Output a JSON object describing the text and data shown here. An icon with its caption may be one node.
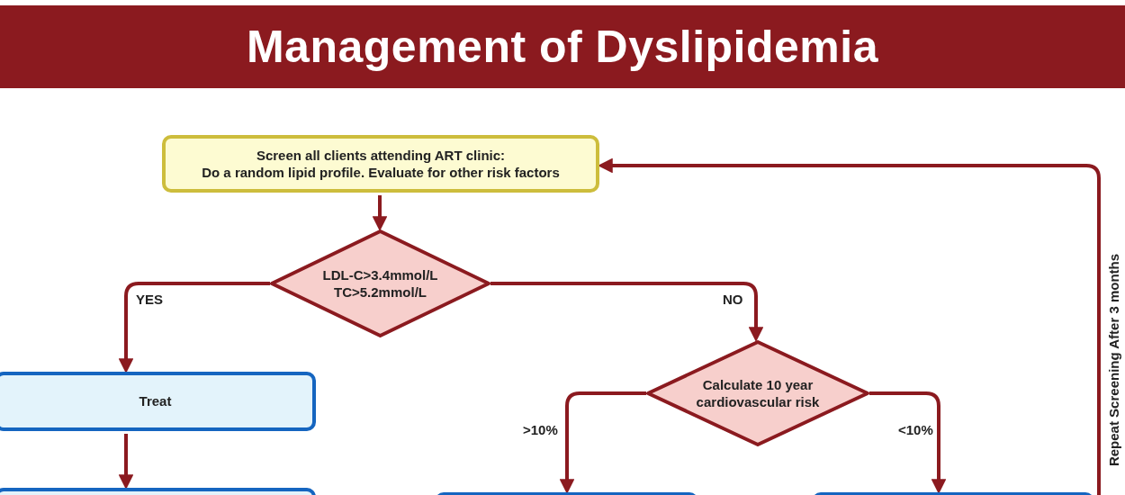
{
  "diagram": {
    "title": "Management of Dyslipidemia",
    "nodes": [
      {
        "text": [
          "Screen all clients attending ART clinic:",
          "Do a random lipid profile. Evaluate for other risk factors"
        ]
      },
      {
        "text": [
          "LDL-C>3.4mmol/L",
          "TC>5.2mmol/L"
        ]
      },
      {
        "text": [
          "Treat"
        ]
      },
      {
        "text": [
          "Calculate 10 year cardiovascular risk"
        ]
      },
      {
        "text": [],
        "shape": "box"
      },
      {
        "text": [],
        "shape": "box"
      },
      {
        "text": [],
        "shape": "box"
      }
    ],
    "edges": [
      {
        "from": 0,
        "to": 1,
        "arrow": "to"
      },
      {
        "from": 1,
        "to": 2,
        "arrow": "to",
        "label": "YES"
      },
      {
        "from": 1,
        "to": 3,
        "arrow": "to",
        "label": "NO"
      },
      {
        "from": 2,
        "to": 4,
        "arrow": "to"
      },
      {
        "from": 3,
        "to": 5,
        "arrow": "to",
        "label": ">10%"
      },
      {
        "from": 3,
        "to": 6,
        "arrow": "to",
        "label": "<10%"
      },
      {
        "from": 6,
        "to": 0,
        "arrow": "to",
        "label": "Repeat Screening After 3 months"
      }
    ]
  }
}
